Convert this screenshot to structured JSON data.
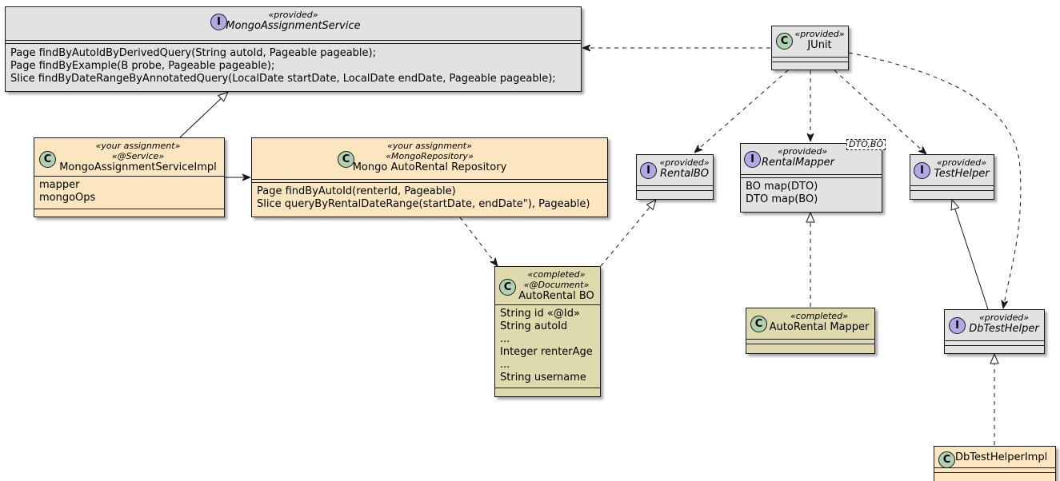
{
  "diagram": {
    "nodes": {
      "mongo_assignment_service": {
        "kind": "interface",
        "badge": "I",
        "stereotypes": [
          "«provided»"
        ],
        "name": "MongoAssignmentService",
        "methods": [
          "Page findByAutoIdByDerivedQuery(String autoId, Pageable pageable);",
          "Page findByExample(B probe, Pageable pageable);",
          "Slice findByDateRangeByAnnotatedQuery(LocalDate startDate, LocalDate endDate, Pageable pageable);"
        ]
      },
      "junit": {
        "kind": "class",
        "badge": "C",
        "stereotypes": [
          "«provided»"
        ],
        "name": "JUnit"
      },
      "service_impl": {
        "kind": "class",
        "badge": "C",
        "stereotypes": [
          "«your assignment»",
          "«@Service»"
        ],
        "name": "MongoAssignmentServiceImpl",
        "fields": [
          "mapper",
          "mongoOps"
        ]
      },
      "repository": {
        "kind": "class",
        "badge": "C",
        "stereotypes": [
          "«your assignment»",
          "«MongoRepository»"
        ],
        "name": "Mongo AutoRental Repository",
        "methods": [
          "Page findByAutoId(renterId, Pageable)",
          "Slice queryByRentalDateRange(startDate, endDate\"), Pageable)"
        ]
      },
      "rental_bo": {
        "kind": "interface",
        "badge": "I",
        "stereotypes": [
          "«provided»"
        ],
        "name": "RentalBO"
      },
      "rental_mapper": {
        "kind": "interface",
        "badge": "I",
        "stereotypes": [
          "«provided»"
        ],
        "name": "RentalMapper",
        "template": "DTO,BO",
        "methods": [
          "BO map(DTO)",
          "DTO map(BO)"
        ]
      },
      "test_helper": {
        "kind": "interface",
        "badge": "I",
        "stereotypes": [
          "«provided»"
        ],
        "name": "TestHelper"
      },
      "autorental_bo": {
        "kind": "class",
        "badge": "C",
        "stereotypes": [
          "«completed»",
          "«@Document»"
        ],
        "name": "AutoRental BO",
        "fields": [
          "String id «@Id»",
          "String autoId",
          "...",
          "Integer renterAge",
          "...",
          "String username"
        ]
      },
      "autorental_mapper": {
        "kind": "class",
        "badge": "C",
        "stereotypes": [
          "«completed»"
        ],
        "name": "AutoRental Mapper"
      },
      "db_test_helper": {
        "kind": "interface",
        "badge": "I",
        "stereotypes": [
          "«provided»"
        ],
        "name": "DbTestHelper"
      },
      "db_test_helper_impl": {
        "kind": "class",
        "badge": "C",
        "stereotypes": [],
        "name": "DbTestHelperImpl"
      }
    },
    "edges": [
      {
        "from": "junit",
        "to": "mongo_assignment_service",
        "style": "dashed",
        "head": "open-arrow"
      },
      {
        "from": "service_impl",
        "to": "mongo_assignment_service",
        "style": "solid",
        "head": "hollow-triangle"
      },
      {
        "from": "service_impl",
        "to": "repository",
        "style": "solid",
        "head": "open-arrow"
      },
      {
        "from": "repository",
        "to": "autorental_bo",
        "style": "dashed",
        "head": "open-arrow"
      },
      {
        "from": "autorental_bo",
        "to": "rental_bo",
        "style": "dashed",
        "head": "hollow-triangle"
      },
      {
        "from": "junit",
        "to": "rental_bo",
        "style": "dashed",
        "head": "open-arrow"
      },
      {
        "from": "junit",
        "to": "rental_mapper",
        "style": "dashed",
        "head": "open-arrow"
      },
      {
        "from": "junit",
        "to": "test_helper",
        "style": "dashed",
        "head": "open-arrow"
      },
      {
        "from": "junit",
        "to": "db_test_helper",
        "style": "dashed",
        "head": "open-arrow"
      },
      {
        "from": "autorental_mapper",
        "to": "rental_mapper",
        "style": "dashed",
        "head": "hollow-triangle"
      },
      {
        "from": "db_test_helper",
        "to": "test_helper",
        "style": "solid",
        "head": "hollow-triangle"
      },
      {
        "from": "db_test_helper_impl",
        "to": "db_test_helper",
        "style": "dashed",
        "head": "hollow-triangle"
      }
    ]
  }
}
